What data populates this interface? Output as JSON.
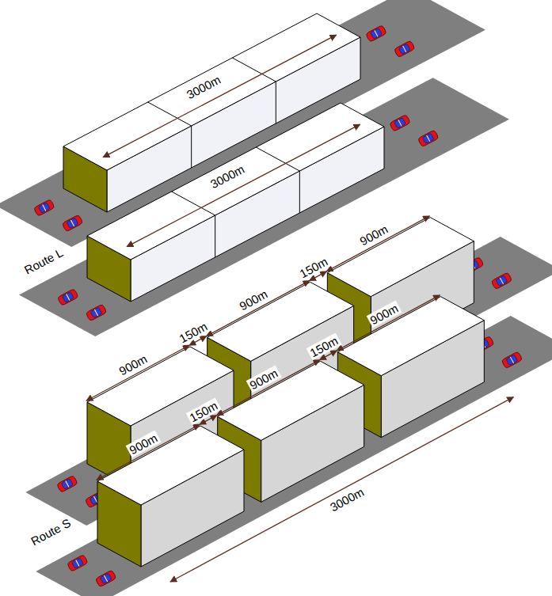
{
  "diagram": {
    "labels": [
      "3000m",
      "3000m",
      "Route L",
      "900m",
      "150m",
      "900m",
      "150m",
      "900m",
      "900m",
      "150m",
      "900m",
      "150m",
      "900m",
      "3000m",
      "Route S"
    ]
  }
}
